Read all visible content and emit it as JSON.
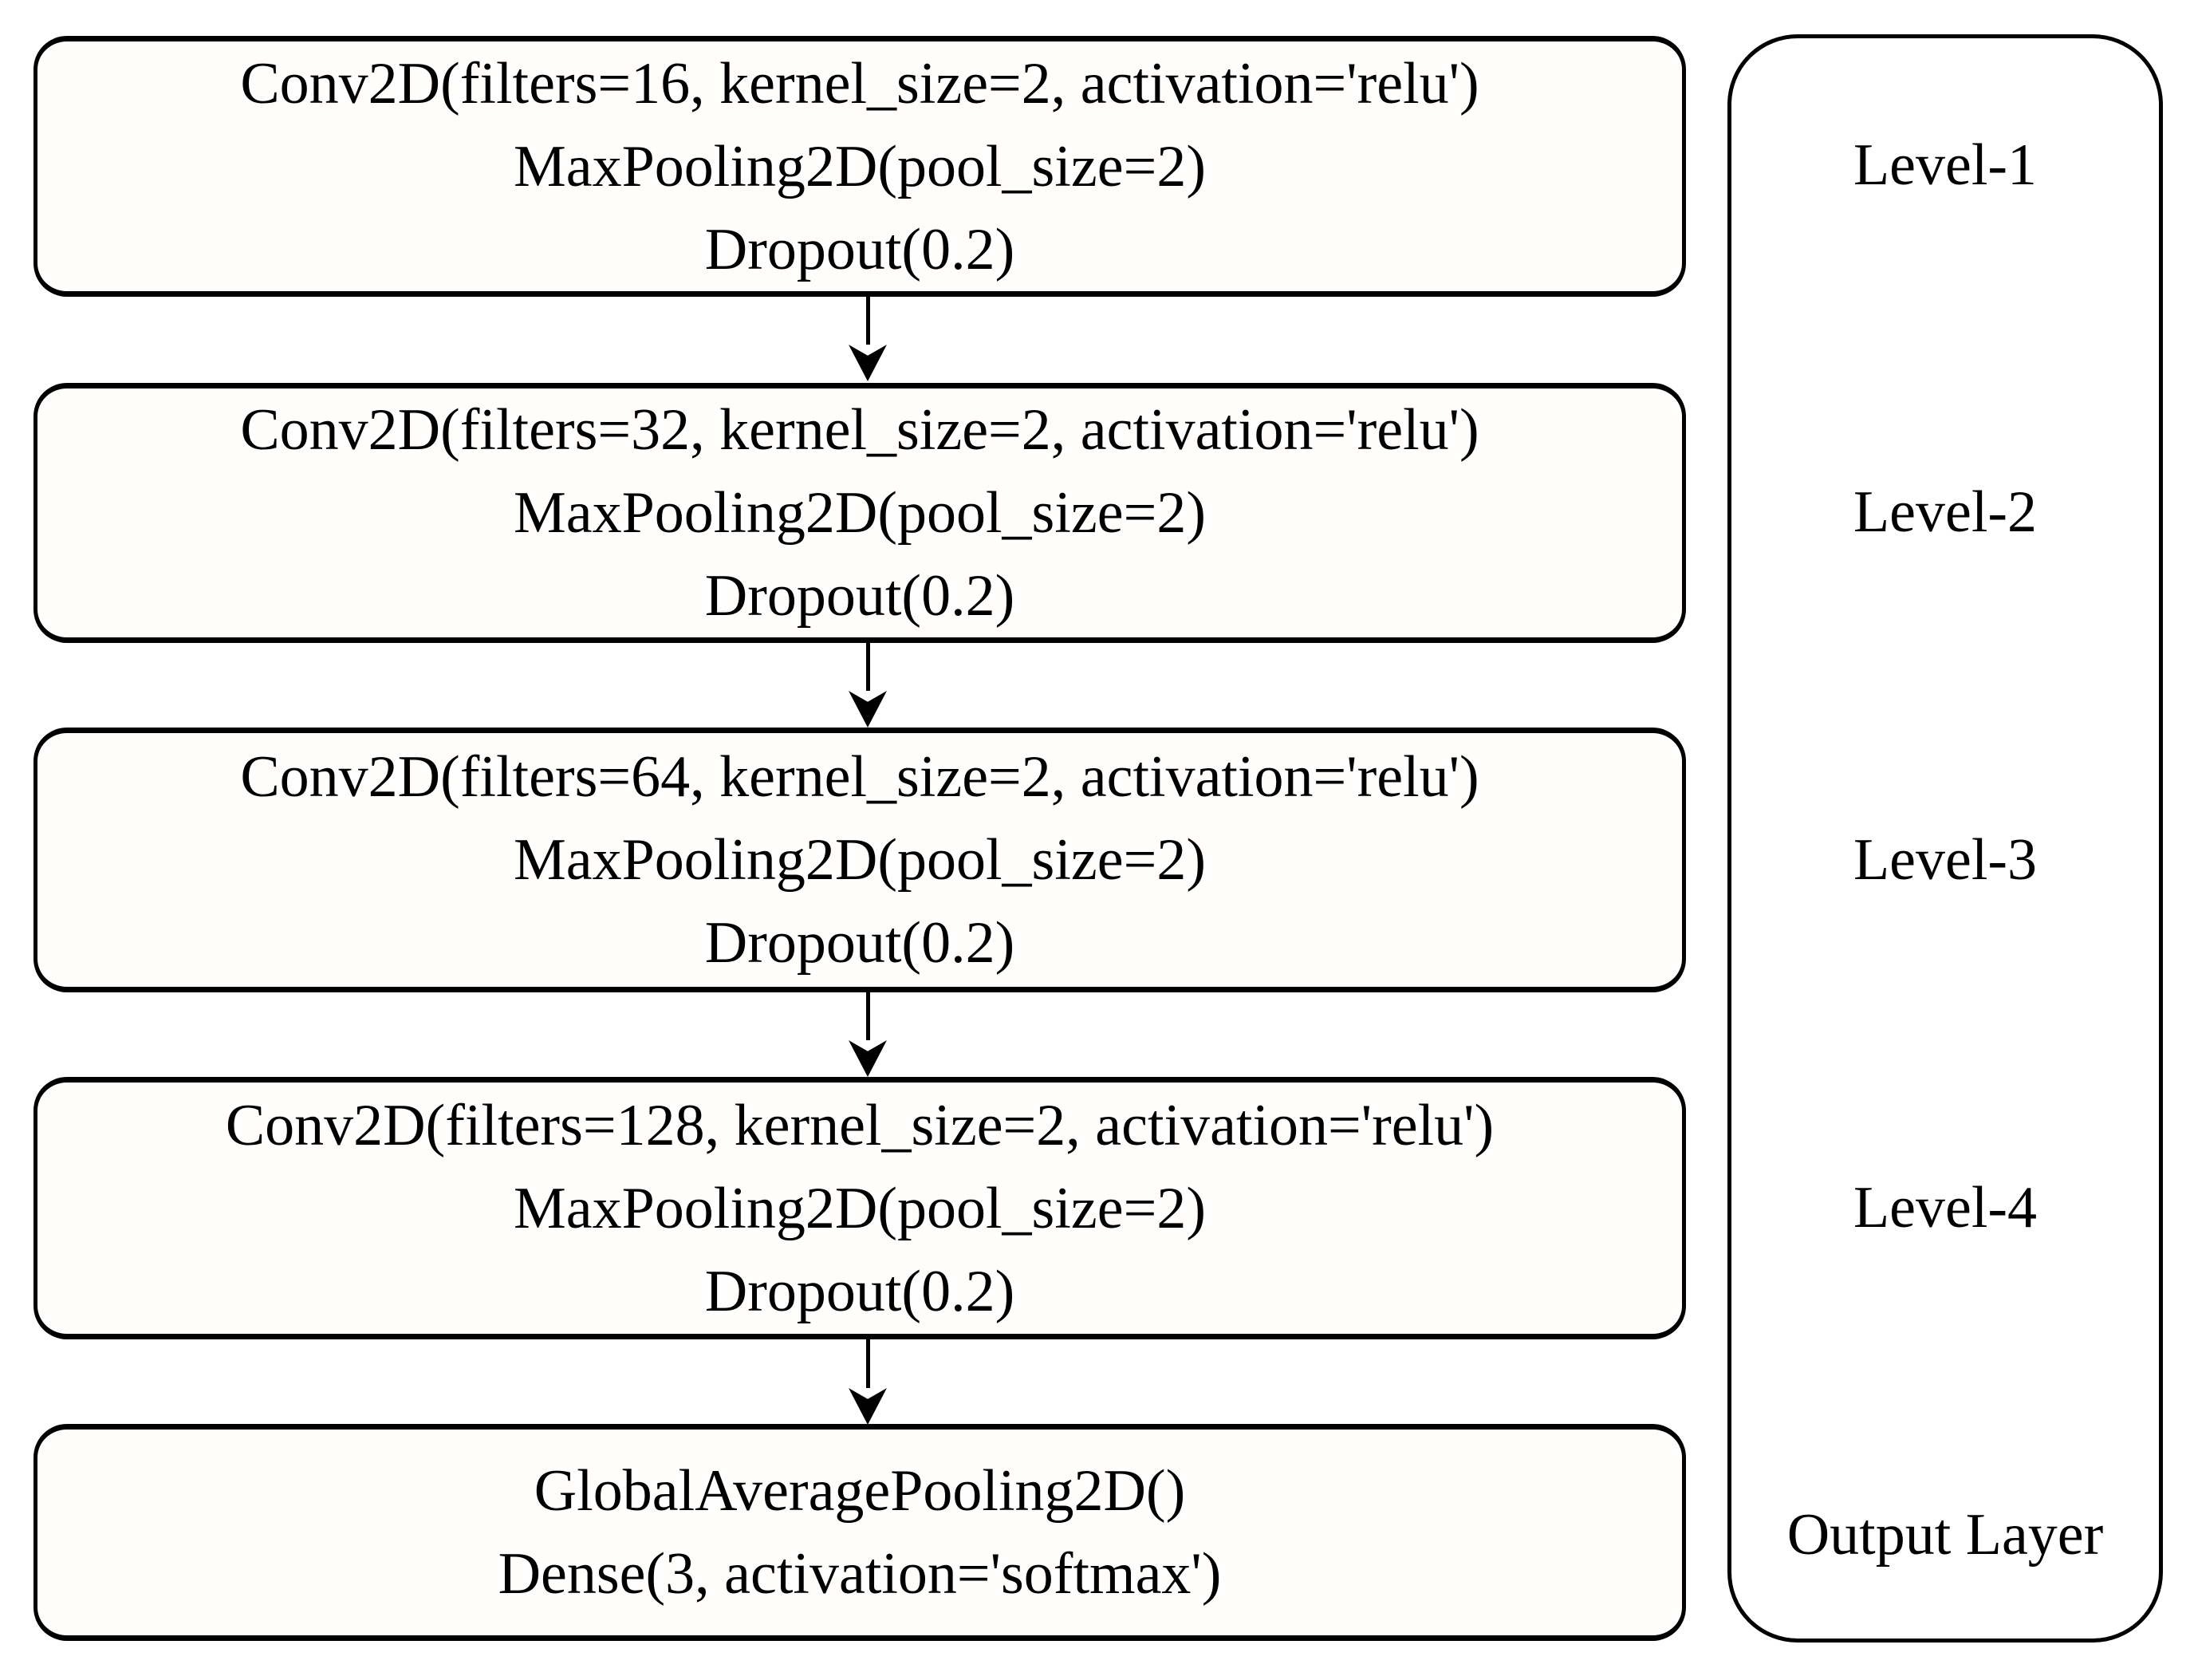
{
  "diagram": {
    "blocks": [
      {
        "label": "Level-1",
        "lines": [
          "Conv2D(filters=16, kernel_size=2, activation='relu')",
          "MaxPooling2D(pool_size=2)",
          "Dropout(0.2)"
        ]
      },
      {
        "label": "Level-2",
        "lines": [
          "Conv2D(filters=32, kernel_size=2, activation='relu')",
          "MaxPooling2D(pool_size=2)",
          "Dropout(0.2)"
        ]
      },
      {
        "label": "Level-3",
        "lines": [
          "Conv2D(filters=64, kernel_size=2, activation='relu')",
          "MaxPooling2D(pool_size=2)",
          "Dropout(0.2)"
        ]
      },
      {
        "label": "Level-4",
        "lines": [
          "Conv2D(filters=128, kernel_size=2, activation='relu')",
          "MaxPooling2D(pool_size=2)",
          "Dropout(0.2)"
        ]
      },
      {
        "label": "Output Layer",
        "lines": [
          "GlobalAveragePooling2D()",
          "Dense(3, activation='softmax')"
        ]
      }
    ],
    "colors": {
      "stroke": "#000000",
      "fill": "#ffffff",
      "text": "#000000"
    }
  }
}
